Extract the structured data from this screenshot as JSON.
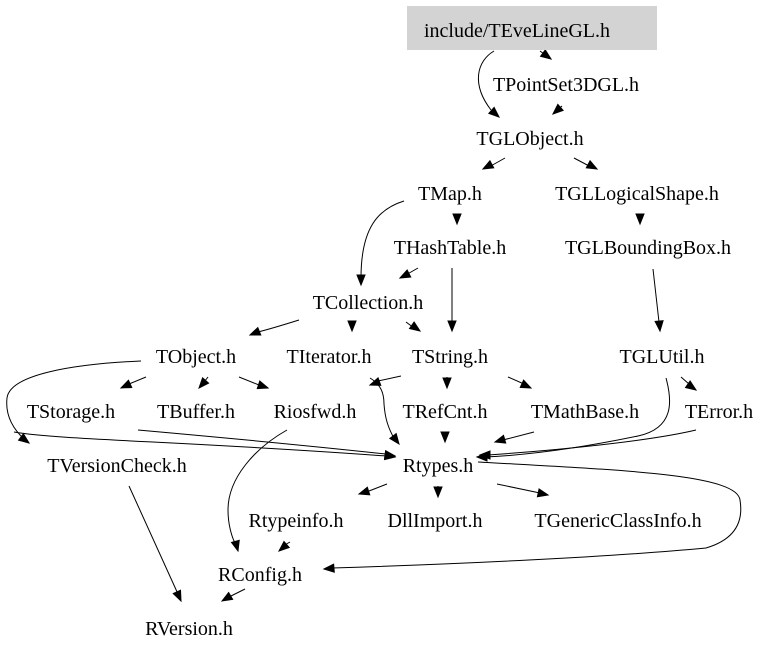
{
  "root": "include/TEveLineGL.h",
  "colors": {
    "root_fill": "#d3d3d3",
    "edge": "#000000",
    "text": "#000000",
    "background": "#ffffff"
  },
  "nodes": [
    {
      "id": "TEveLineGL",
      "label": "include/TEveLineGL.h",
      "root": true
    },
    {
      "id": "TPointSet3DGL",
      "label": "TPointSet3DGL.h"
    },
    {
      "id": "TGLObject",
      "label": "TGLObject.h"
    },
    {
      "id": "TMap",
      "label": "TMap.h"
    },
    {
      "id": "TGLLogicalShape",
      "label": "TGLLogicalShape.h"
    },
    {
      "id": "THashTable",
      "label": "THashTable.h"
    },
    {
      "id": "TGLBoundingBox",
      "label": "TGLBoundingBox.h"
    },
    {
      "id": "TCollection",
      "label": "TCollection.h"
    },
    {
      "id": "TObject",
      "label": "TObject.h"
    },
    {
      "id": "TIterator",
      "label": "TIterator.h"
    },
    {
      "id": "TString",
      "label": "TString.h"
    },
    {
      "id": "TGLUtil",
      "label": "TGLUtil.h"
    },
    {
      "id": "TStorage",
      "label": "TStorage.h"
    },
    {
      "id": "TBuffer",
      "label": "TBuffer.h"
    },
    {
      "id": "Riosfwd",
      "label": "Riosfwd.h"
    },
    {
      "id": "TRefCnt",
      "label": "TRefCnt.h"
    },
    {
      "id": "TMathBase",
      "label": "TMathBase.h"
    },
    {
      "id": "TError",
      "label": "TError.h"
    },
    {
      "id": "TVersionCheck",
      "label": "TVersionCheck.h"
    },
    {
      "id": "Rtypes",
      "label": "Rtypes.h"
    },
    {
      "id": "Rtypeinfo",
      "label": "Rtypeinfo.h"
    },
    {
      "id": "DllImport",
      "label": "DllImport.h"
    },
    {
      "id": "TGenericClassInfo",
      "label": "TGenericClassInfo.h"
    },
    {
      "id": "RConfig",
      "label": "RConfig.h"
    },
    {
      "id": "RVersion",
      "label": "RVersion.h"
    }
  ],
  "edges": [
    {
      "from": "TEveLineGL",
      "to": "TPointSet3DGL"
    },
    {
      "from": "TEveLineGL",
      "to": "TGLObject"
    },
    {
      "from": "TPointSet3DGL",
      "to": "TGLObject"
    },
    {
      "from": "TGLObject",
      "to": "TMap"
    },
    {
      "from": "TGLObject",
      "to": "TGLLogicalShape"
    },
    {
      "from": "TMap",
      "to": "THashTable"
    },
    {
      "from": "TMap",
      "to": "TCollection"
    },
    {
      "from": "TGLLogicalShape",
      "to": "TGLBoundingBox"
    },
    {
      "from": "THashTable",
      "to": "TCollection"
    },
    {
      "from": "THashTable",
      "to": "TString"
    },
    {
      "from": "TGLBoundingBox",
      "to": "TGLUtil"
    },
    {
      "from": "TCollection",
      "to": "TObject"
    },
    {
      "from": "TCollection",
      "to": "TIterator"
    },
    {
      "from": "TCollection",
      "to": "TString"
    },
    {
      "from": "TObject",
      "to": "TStorage"
    },
    {
      "from": "TObject",
      "to": "TBuffer"
    },
    {
      "from": "TObject",
      "to": "Riosfwd"
    },
    {
      "from": "TObject",
      "to": "TVersionCheck"
    },
    {
      "from": "TObject",
      "to": "Rtypes"
    },
    {
      "from": "TIterator",
      "to": "Rtypes"
    },
    {
      "from": "TString",
      "to": "TRefCnt"
    },
    {
      "from": "TString",
      "to": "TMathBase"
    },
    {
      "from": "TString",
      "to": "Riosfwd"
    },
    {
      "from": "TGLUtil",
      "to": "TError"
    },
    {
      "from": "TGLUtil",
      "to": "Rtypes"
    },
    {
      "from": "TStorage",
      "to": "Rtypes"
    },
    {
      "from": "TRefCnt",
      "to": "Rtypes"
    },
    {
      "from": "TMathBase",
      "to": "Rtypes"
    },
    {
      "from": "TError",
      "to": "Rtypes"
    },
    {
      "from": "Riosfwd",
      "to": "RConfig"
    },
    {
      "from": "TVersionCheck",
      "to": "RVersion"
    },
    {
      "from": "Rtypes",
      "to": "Rtypeinfo"
    },
    {
      "from": "Rtypes",
      "to": "DllImport"
    },
    {
      "from": "Rtypes",
      "to": "TGenericClassInfo"
    },
    {
      "from": "Rtypes",
      "to": "RConfig"
    },
    {
      "from": "Rtypeinfo",
      "to": "RConfig"
    },
    {
      "from": "RConfig",
      "to": "RVersion"
    }
  ]
}
